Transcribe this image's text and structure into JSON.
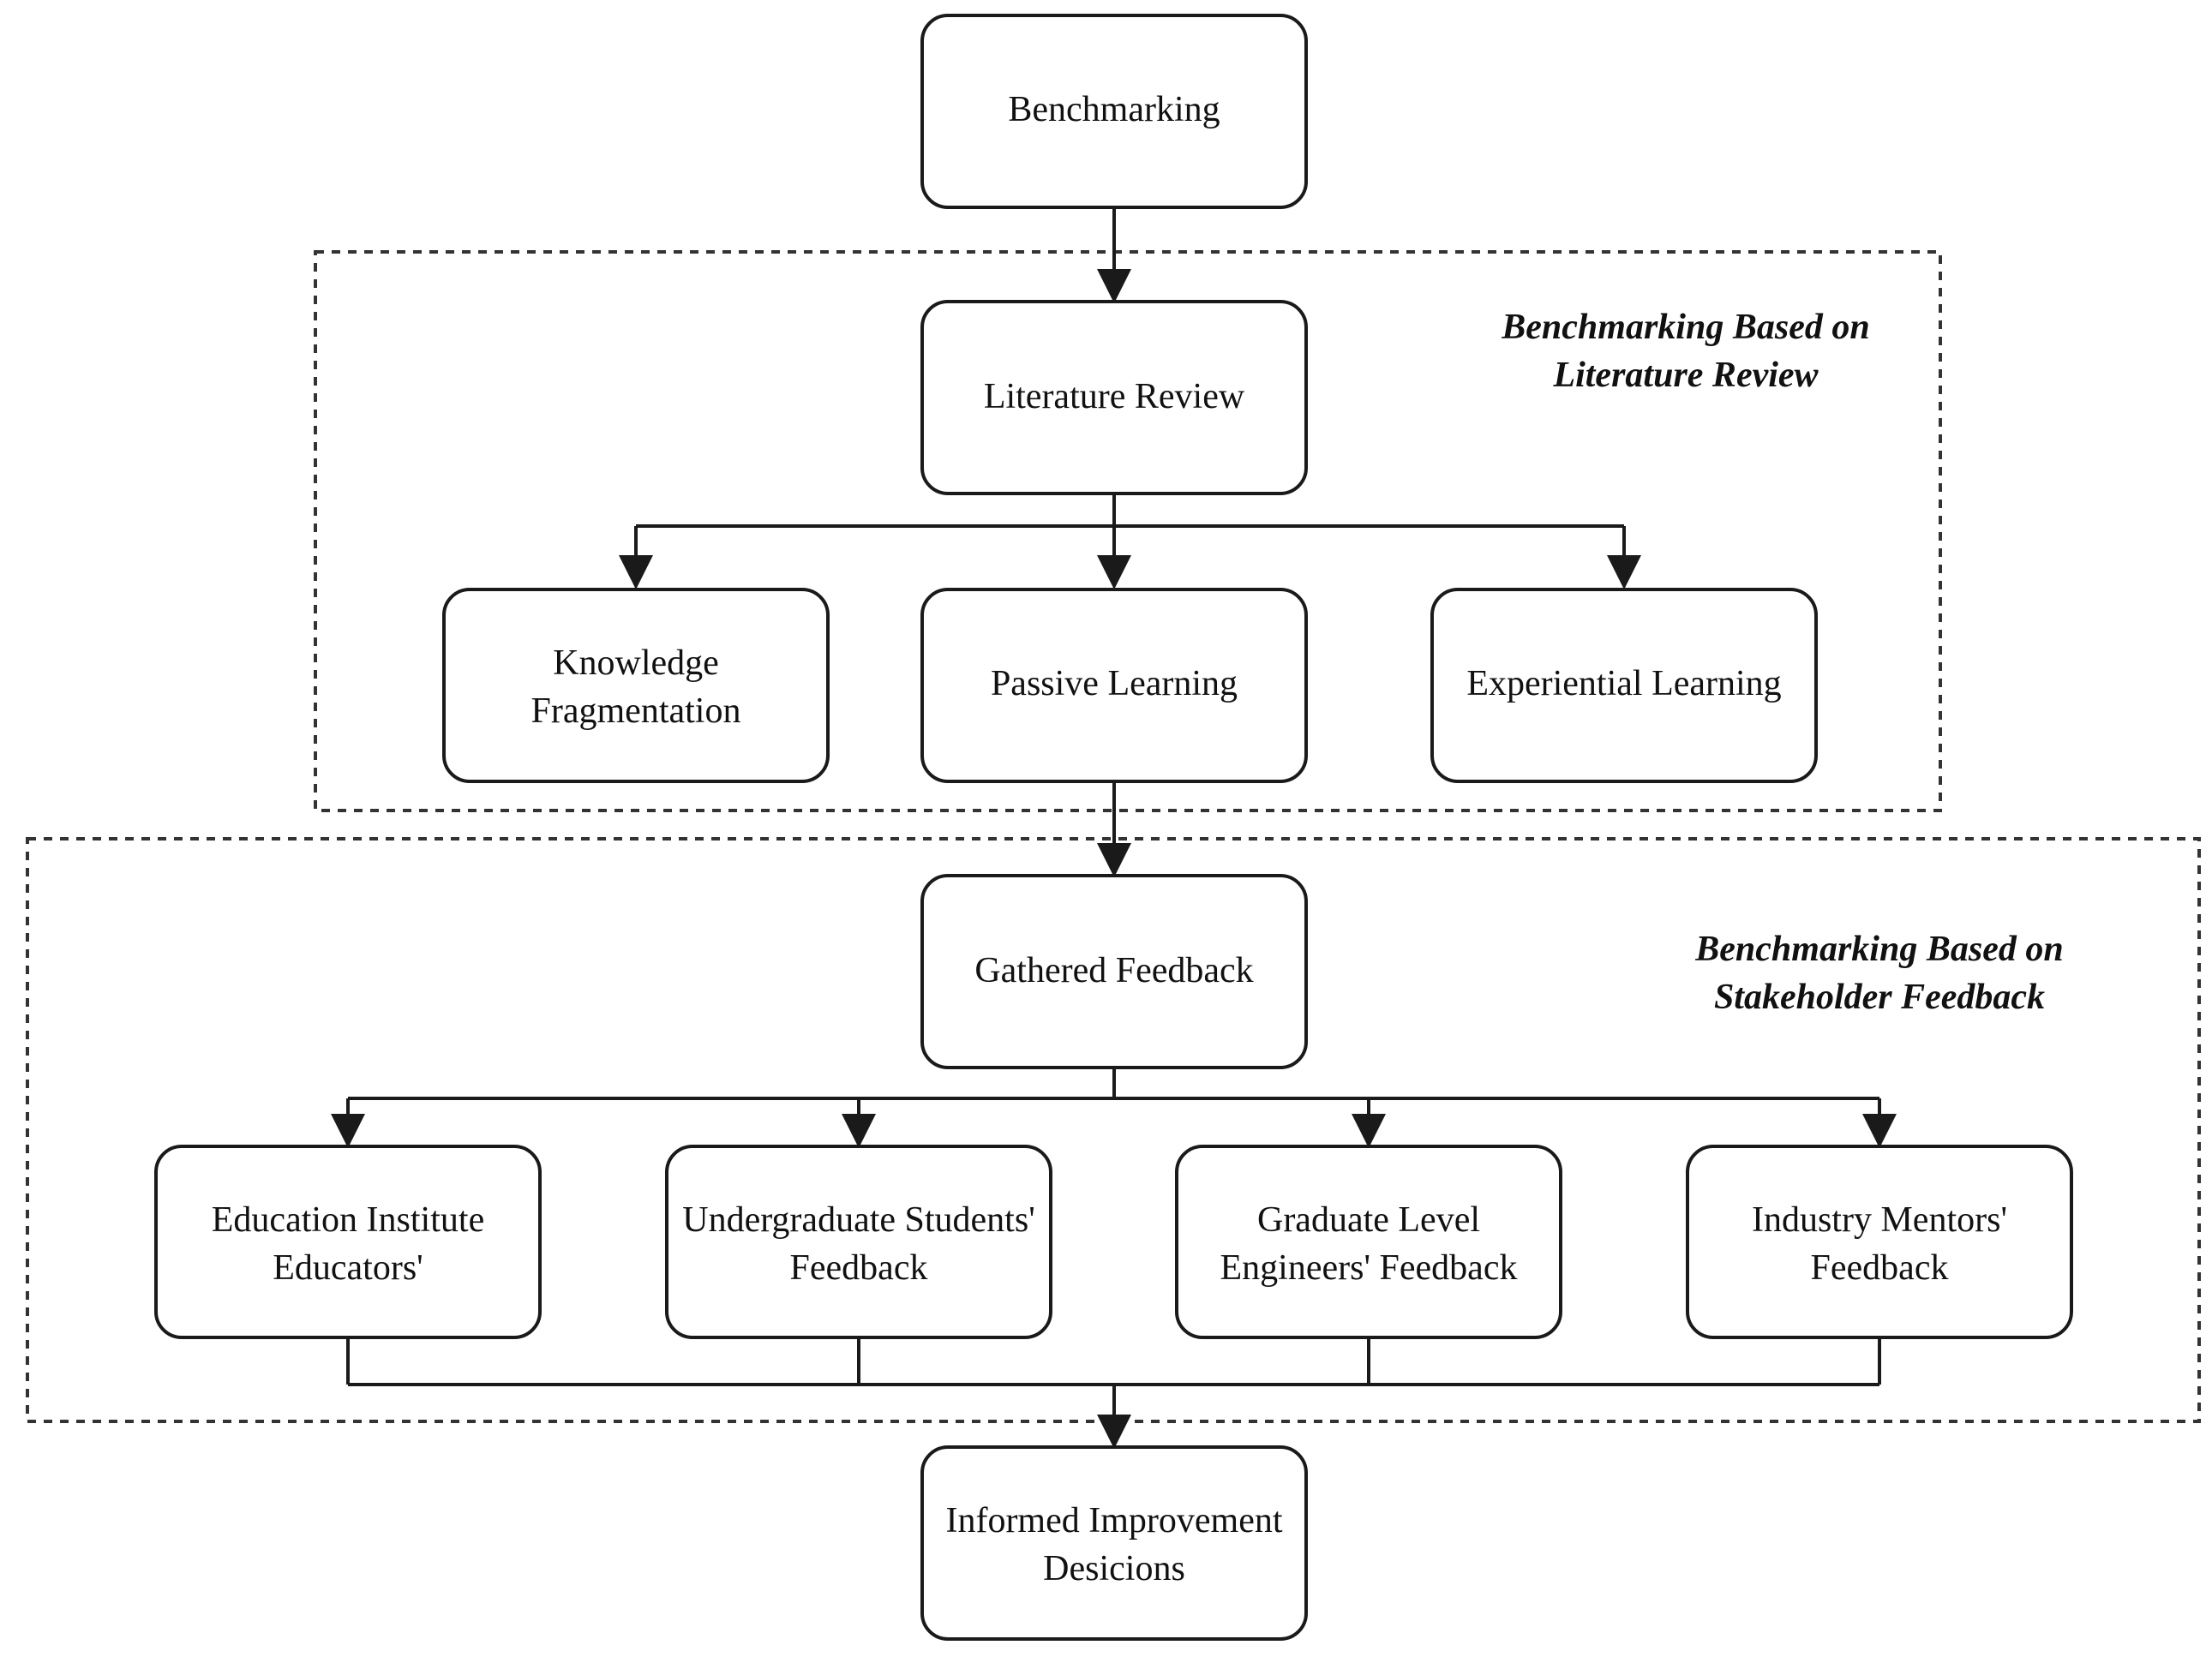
{
  "groups": {
    "literature": {
      "title_line1": "Benchmarking Based on",
      "title_line2": "Literature Review"
    },
    "stakeholder": {
      "title_line1": "Benchmarking Based on",
      "title_line2": "Stakeholder Feedback"
    }
  },
  "nodes": {
    "benchmarking": {
      "line1": "Benchmarking"
    },
    "literature_review": {
      "line1": "Literature Review"
    },
    "knowledge_fragmentation": {
      "line1": "Knowledge",
      "line2": "Fragmentation"
    },
    "passive_learning": {
      "line1": "Passive Learning"
    },
    "experiential_learning": {
      "line1": "Experiential Learning"
    },
    "gathered_feedback": {
      "line1": "Gathered Feedback"
    },
    "educators": {
      "line1": "Education Institute",
      "line2": "Educators'"
    },
    "undergraduates": {
      "line1": "Undergraduate Students'",
      "line2": "Feedback"
    },
    "graduate_engineers": {
      "line1": "Graduate Level",
      "line2": "Engineers' Feedback"
    },
    "industry_mentors": {
      "line1": "Industry Mentors'",
      "line2": "Feedback"
    },
    "informed_decisions": {
      "line1": "Informed Improvement",
      "line2": "Desicions"
    }
  }
}
